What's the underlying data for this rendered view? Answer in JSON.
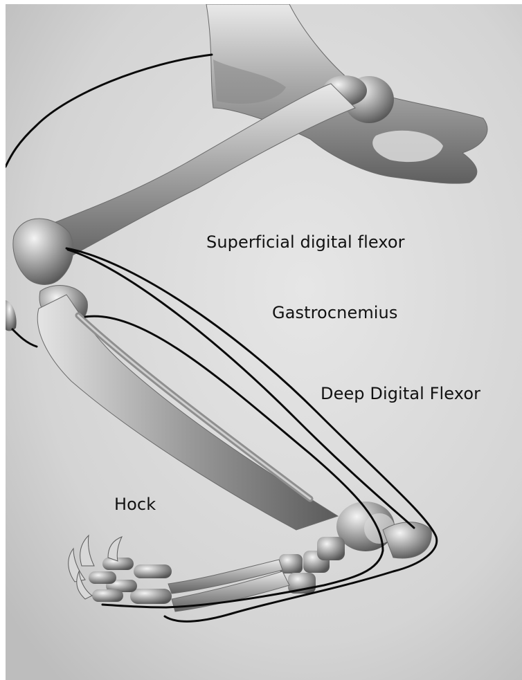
{
  "labels": {
    "superficial_digital_flexor": "Superficial digital flexor",
    "gastrocnemius": "Gastrocnemius",
    "deep_digital_flexor": "Deep Digital Flexor",
    "hock": "Hock"
  },
  "colors": {
    "background_light": "#e6e6e6",
    "background_dark": "#c4c4c4",
    "bone_light": "#e9e9e9",
    "bone_mid": "#a3a3a3",
    "bone_dark": "#5f5f5f",
    "tendon_line": "#0a0a0a"
  }
}
